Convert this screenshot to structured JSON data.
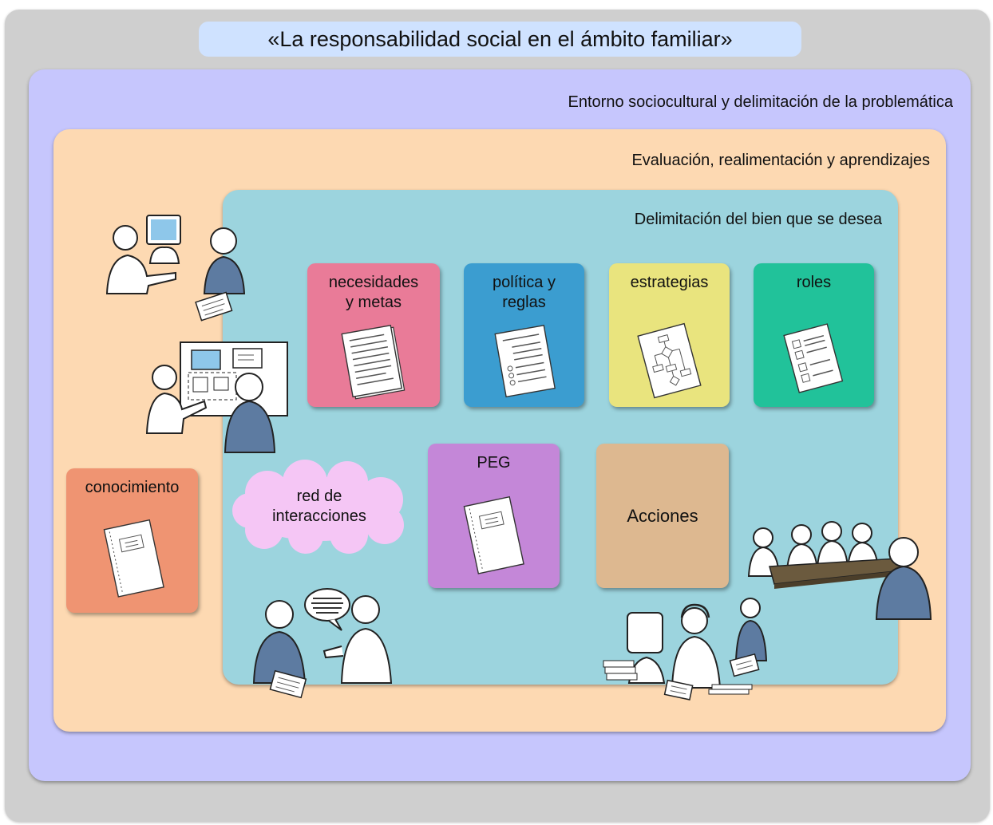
{
  "title": "«La responsabilidad social en el ámbito familiar»",
  "layers": {
    "entorno": "Entorno sociocultural y delimitación de la problemática",
    "evaluacion": "Evaluación, realimentación y aprendizajes",
    "delimitacion": "Delimitación del bien que se desea"
  },
  "cards": {
    "necesidades": "necesidades\ny metas",
    "politica": "política y\nreglas",
    "estrategias": "estrategias",
    "roles": "roles",
    "peg": "PEG",
    "acciones": "Acciones",
    "conocimiento": "conocimiento"
  },
  "cloud": "red de\ninteracciones",
  "colors": {
    "background": "#cfcfcf",
    "title_bg": "#cfe2ff",
    "entorno": "#c6c6fd",
    "evaluacion": "#fdd9b2",
    "delimitacion": "#9cd4de",
    "necesidades": "#e97b98",
    "politica": "#3b9dd0",
    "estrategias": "#e9e47e",
    "roles": "#21c29a",
    "peg": "#c487d8",
    "acciones": "#ddb890",
    "conocimiento": "#ef9472",
    "cloud": "#f5c6f5",
    "person_dark": "#5d7ba1"
  },
  "icons": {
    "people_computer": "people-at-computer-icon",
    "whiteboard": "whiteboard-presenter-icon",
    "conversation": "conversation-icon",
    "helpdesk": "helpdesk-icon",
    "meeting": "meeting-table-icon",
    "document": "document-icon",
    "notebook": "notebook-icon",
    "flowchart": "flowchart-document-icon",
    "form": "form-document-icon"
  }
}
